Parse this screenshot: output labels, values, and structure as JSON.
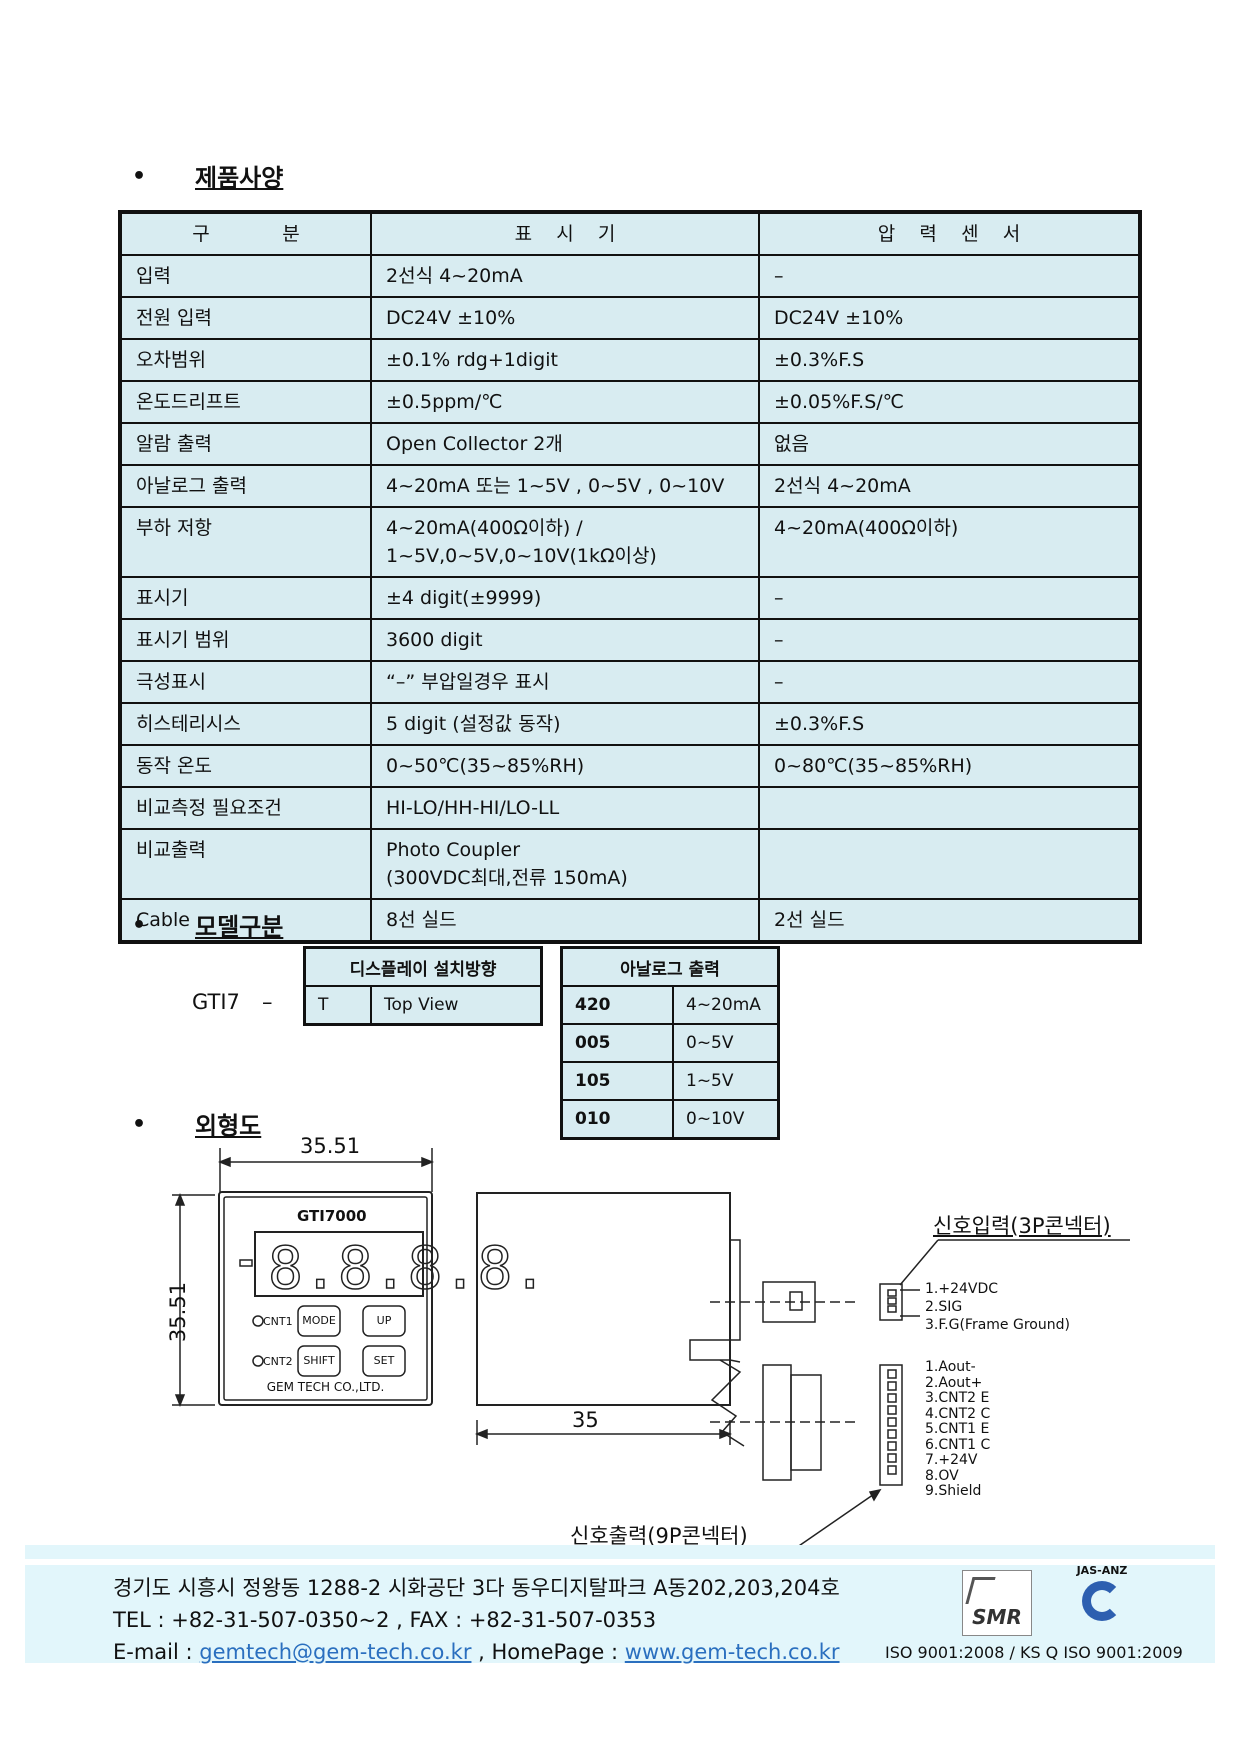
{
  "spec_section": {
    "bullet": "•",
    "title": "제품사양",
    "headers": [
      "구            분",
      "표    시    기",
      "압    력    센    서"
    ],
    "rows": [
      {
        "label": "입력",
        "display": "2선식 4~20mA",
        "sensor": "–"
      },
      {
        "label": "전원 입력",
        "display": "DC24V ±10%",
        "sensor": "DC24V ±10%"
      },
      {
        "label": "오차범위",
        "display": "±0.1% rdg+1digit",
        "sensor": "±0.3%F.S"
      },
      {
        "label": "온도드리프트",
        "display": "±0.5ppm/℃",
        "sensor": "±0.05%F.S/℃"
      },
      {
        "label": "알람 출력",
        "display": "Open Collector 2개",
        "sensor": "없음"
      },
      {
        "label": "아날로그 출력",
        "display": "4~20mA 또는 1~5V , 0~5V ,  0~10V",
        "sensor": "2선식 4~20mA"
      },
      {
        "label": "부하 저항",
        "display": "4~20mA(400Ω이하) /\n1~5V,0~5V,0~10V(1kΩ이상)",
        "sensor": "4~20mA(400Ω이하)"
      },
      {
        "label": "표시기",
        "display": "±4 digit(±9999)",
        "sensor": "–"
      },
      {
        "label": "표시기 범위",
        "display": "3600 digit",
        "sensor": "–"
      },
      {
        "label": "극성표시",
        "display": "“–” 부압일경우 표시",
        "sensor": "–"
      },
      {
        "label": "히스테리시스",
        "display": "5 digit (설정값 동작)",
        "sensor": "±0.3%F.S"
      },
      {
        "label": "동작 온도",
        "display": "0~50℃(35~85%RH)",
        "sensor": "0~80℃(35~85%RH)"
      },
      {
        "label": "비교측정 필요조건",
        "display": "HI-LO/HH-HI/LO-LL",
        "sensor": ""
      },
      {
        "label": "비교출력",
        "display": "Photo Coupler\n(300VDC최대,전류 150mA)",
        "sensor": ""
      },
      {
        "label": "Cable",
        "display": "8선 실드",
        "sensor": "2선 실드"
      }
    ]
  },
  "model_section": {
    "bullet": "•",
    "title": "모델구분",
    "prefix": "GTI7",
    "dash": "–",
    "display_table": {
      "header": "디스플레이 설치방향",
      "rows": [
        {
          "code": "T",
          "desc": "Top View"
        }
      ]
    },
    "analog_table": {
      "header": "아날로그 출력",
      "rows": [
        {
          "code": "420",
          "desc": "4~20mA"
        },
        {
          "code": "005",
          "desc": "0~5V"
        },
        {
          "code": "105",
          "desc": "1~5V"
        },
        {
          "code": "010",
          "desc": "0~10V"
        }
      ]
    }
  },
  "outline_section": {
    "bullet": "•",
    "title": "외형도",
    "dim_width": "35.51",
    "dim_height": "35.51",
    "dim_depth": "35",
    "device_model": "GTI7000",
    "digits": "8.8.8.8.",
    "buttons": {
      "mode": "MODE",
      "up": "UP",
      "shift": "SHIFT",
      "set": "SET"
    },
    "leds": {
      "cnt1": "CNT1",
      "cnt2": "CNT2"
    },
    "maker": "GEM TECH CO.,LTD.",
    "input_connector_label": "신호입력(3P콘넥터)",
    "input_pins": [
      "1.+24VDC",
      "2.SIG",
      "3.F.G(Frame Ground)"
    ],
    "output_connector_label": "신호출력(9P콘넥터)",
    "output_pins": [
      "1.Aout-",
      "2.Aout+",
      "3.CNT2 E",
      "4.CNT2 C",
      "5.CNT1 E",
      "6.CNT1 C",
      "7.+24V",
      "8.OV",
      "9.Shield"
    ]
  },
  "footer": {
    "address": "경기도 시흥시 정왕동 1288-2 시화공단 3다 동우디지탈파크 A동202,203,204호",
    "tel_fax": "TEL : +82-31-507-0350~2 , FAX : +82-31-507-0353",
    "email_label": "E-mail : ",
    "email": "gemtech@gem-tech.co.kr",
    "homepage_label": " , HomePage : ",
    "homepage": "www.gem-tech.co.kr",
    "iso": "ISO 9001:2008 / KS Q ISO 9001:2009",
    "logo1_text": "SMR",
    "logo2_text": "JAS-ANZ"
  }
}
